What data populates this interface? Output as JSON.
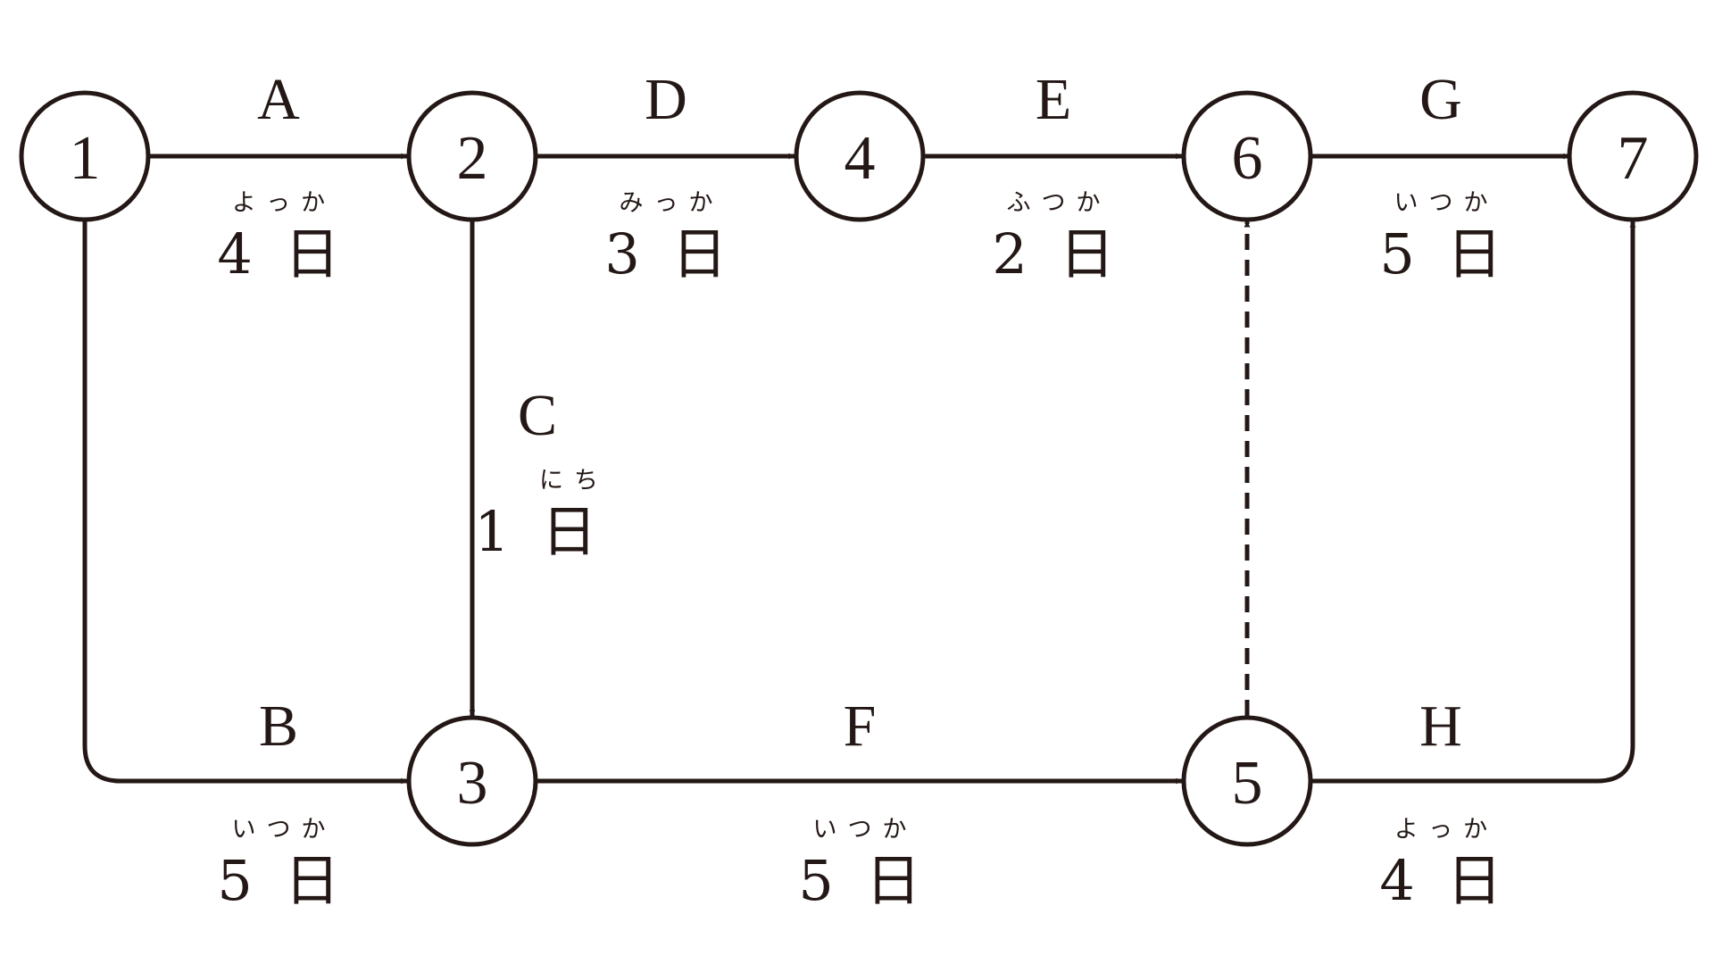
{
  "colors": {
    "stroke": "#231815",
    "node_fill": "#ffffff",
    "background": "#ffffff"
  },
  "nodes": [
    "1",
    "2",
    "3",
    "4",
    "5",
    "6",
    "7"
  ],
  "edges": [
    {
      "id": "A",
      "label": "A",
      "from": "1",
      "to": "2",
      "ruby": "よっか",
      "duration": "4 日",
      "style": "solid"
    },
    {
      "id": "B",
      "label": "B",
      "from": "1",
      "to": "3",
      "ruby": "いつか",
      "duration": "5 日",
      "style": "solid"
    },
    {
      "id": "C",
      "label": "C",
      "from": "2",
      "to": "3",
      "ruby": "にち",
      "duration": "1 日",
      "style": "solid"
    },
    {
      "id": "D",
      "label": "D",
      "from": "2",
      "to": "4",
      "ruby": "みっか",
      "duration": "3 日",
      "style": "solid"
    },
    {
      "id": "E",
      "label": "E",
      "from": "4",
      "to": "6",
      "ruby": "ふつか",
      "duration": "2 日",
      "style": "solid"
    },
    {
      "id": "F",
      "label": "F",
      "from": "3",
      "to": "5",
      "ruby": "いつか",
      "duration": "5 日",
      "style": "solid"
    },
    {
      "id": "G",
      "label": "G",
      "from": "6",
      "to": "7",
      "ruby": "いつか",
      "duration": "5 日",
      "style": "solid"
    },
    {
      "id": "H",
      "label": "H",
      "from": "5",
      "to": "7",
      "ruby": "よっか",
      "duration": "4 日",
      "style": "solid"
    },
    {
      "id": "dummy",
      "label": "",
      "from": "5",
      "to": "6",
      "ruby": "",
      "duration": "",
      "style": "dashed"
    }
  ]
}
